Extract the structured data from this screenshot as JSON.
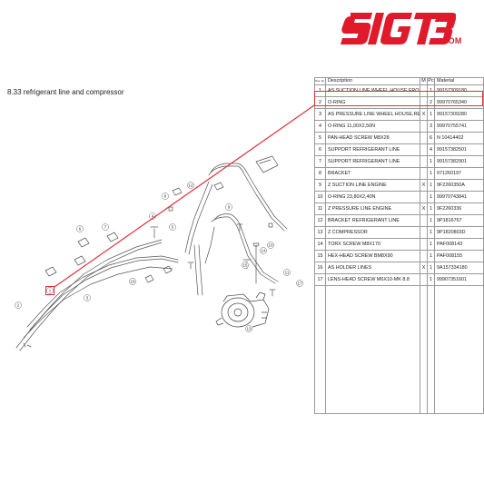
{
  "brand": {
    "logo_text": "5IGT3",
    "domain": ".COM",
    "accent": "#e01a2b"
  },
  "section": {
    "title": "8.33  refrigerant line and compressor"
  },
  "table": {
    "headers": {
      "pos": "Pos.-Nr.",
      "description": "Description",
      "m": "M",
      "pc": "Pc",
      "material": "Material"
    },
    "rows": [
      {
        "pos": "1",
        "description": "AS SUCTION LINE WHEEL HOUSE,FRONT",
        "m": "",
        "pc": "1",
        "material": "99157309180"
      },
      {
        "pos": "2",
        "description": "O-RING",
        "m": "",
        "pc": "2",
        "material": "99970765340"
      },
      {
        "pos": "3",
        "description": "AS PRESSURE LINE WHEEL HOUSE,REAR",
        "m": "X",
        "pc": "1",
        "material": "99157309280"
      },
      {
        "pos": "4",
        "description": "O-RING 11,00X2,50N",
        "m": "",
        "pc": "3",
        "material": "99970755741"
      },
      {
        "pos": "5",
        "description": "PAN-HEAD SCREW M8X28",
        "m": "",
        "pc": "6",
        "material": "N 10414402"
      },
      {
        "pos": "6",
        "description": "SUPPORT REFRIGERANT LINE",
        "m": "",
        "pc": "4",
        "material": "99157382501"
      },
      {
        "pos": "7",
        "description": "SUPPORT REFRIGERANT LINE",
        "m": "",
        "pc": "1",
        "material": "99157382901"
      },
      {
        "pos": "8",
        "description": "BRACKET",
        "m": "",
        "pc": "1",
        "material": "971260197"
      },
      {
        "pos": "9",
        "description": "Z SUCTION LINE ENGINE",
        "m": "X",
        "pc": "1",
        "material": "9F2260350A"
      },
      {
        "pos": "10",
        "description": "O-RING 23,80X2,40N",
        "m": "",
        "pc": "1",
        "material": "99970743841"
      },
      {
        "pos": "11",
        "description": "Z PRESSURE LINE ENGINE",
        "m": "X",
        "pc": "1",
        "material": "9F2260336"
      },
      {
        "pos": "12",
        "description": "BRACKET REFRIGERANT LINE",
        "m": "",
        "pc": "1",
        "material": "9P1816767"
      },
      {
        "pos": "13",
        "description": "Z COMPRESSOR",
        "m": "",
        "pc": "1",
        "material": "9P1820803D"
      },
      {
        "pos": "14",
        "description": "TORX SCREW M8X170",
        "m": "",
        "pc": "1",
        "material": "PAF008143"
      },
      {
        "pos": "15",
        "description": "HEX-HEAD SCREW BM8X90",
        "m": "",
        "pc": "1",
        "material": "PAF008155"
      },
      {
        "pos": "16",
        "description": "AS HOLDER LINES",
        "m": "X",
        "pc": "1",
        "material": "9A157334180"
      },
      {
        "pos": "17",
        "description": "LENS-HEAD SCREW M6X10-MK 8.8",
        "m": "",
        "pc": "1",
        "material": "99907351601"
      }
    ]
  },
  "diagram": {
    "callouts": [
      "1",
      "2",
      "3",
      "4",
      "5",
      "6",
      "7",
      "8",
      "9",
      "10",
      "11",
      "12",
      "13",
      "14",
      "15",
      "16",
      "17"
    ],
    "highlight_color": "#e0303c",
    "highlighted_position": "1"
  }
}
